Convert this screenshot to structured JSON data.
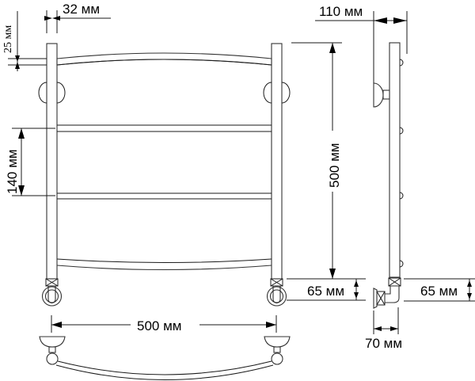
{
  "drawing": {
    "title": "Heated towel rail dimension drawing",
    "front_view": {
      "dim_pipe_width": "32 мм",
      "dim_top_offset": "25 мм",
      "dim_bar_spacing": "140 мм",
      "dim_height": "500 мм",
      "dim_bottom_connection": "65 мм",
      "dim_width": "500 мм"
    },
    "side_view": {
      "dim_depth": "110 мм",
      "dim_bottom_connection": "65 мм",
      "dim_connection_depth": "70 мм"
    },
    "colors": {
      "line": "#1a1a1a",
      "background": "#ffffff"
    }
  }
}
